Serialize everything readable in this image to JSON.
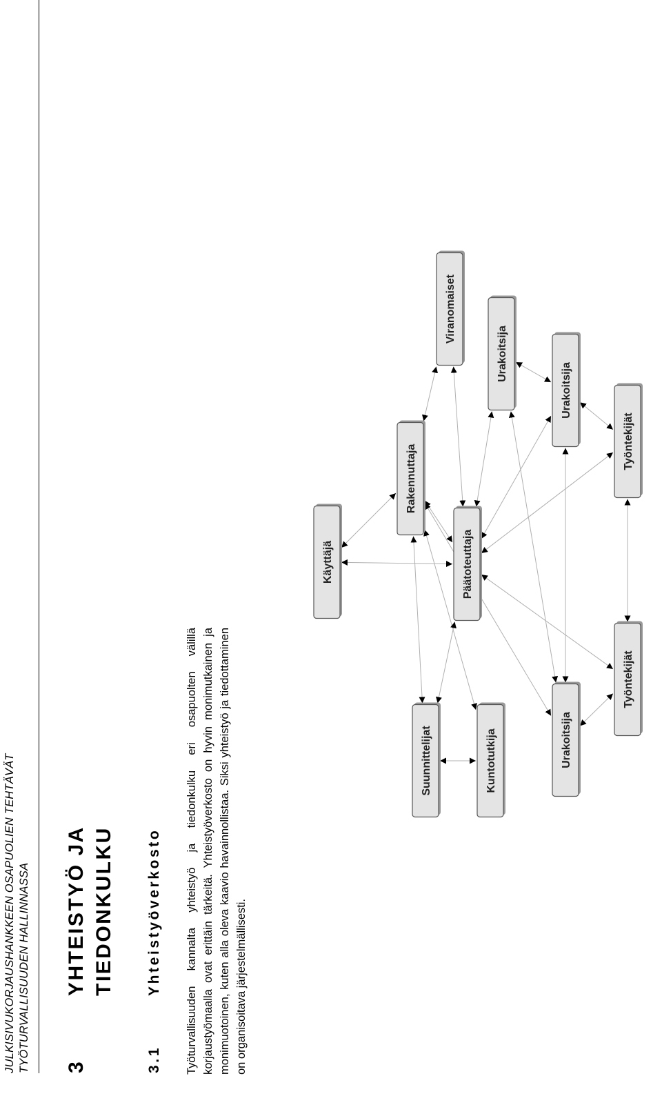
{
  "header": {
    "line1": "JULKISIVUKORJAUSHANKKEEN OSAPUOLIEN TEHTÄVÄT",
    "line2": "TYÖTURVALLISUUDEN HALLINNASSA"
  },
  "chapter": {
    "number": "3",
    "title_line1": "YHTEISTYÖ JA",
    "title_line2": "TIEDONKULKU"
  },
  "section": {
    "number": "3.1",
    "title": "Yhteistyöverkosto"
  },
  "body": {
    "paragraph": "Työturvallisuuden kannalta yhteistyö ja tiedonkulku eri osapuolten välillä korjaustyömaalla ovat erittäin tärkeitä. Yhteistyöverkosto on hyvin monimutkainen ja monimuotoinen, kuten alla oleva kaavio havainnollistaa. Siksi yhteistyö ja tiedottaminen on organisoitava järjestelmällisesti."
  },
  "network": {
    "nodes": [
      {
        "id": "kayttaja",
        "label": "Käyttäjä"
      },
      {
        "id": "rakennuttaja",
        "label": "Rakennuttaja"
      },
      {
        "id": "viranomaiset",
        "label": "Viranomaiset"
      },
      {
        "id": "paatoteuttaja",
        "label": "Päätoteuttaja"
      },
      {
        "id": "urakoitsija_a",
        "label": "Urakoitsija"
      },
      {
        "id": "urakoitsija_b",
        "label": "Urakoitsija"
      },
      {
        "id": "tyontekijat_a",
        "label": "Työntekijät"
      },
      {
        "id": "suunnittelijat",
        "label": "Suunnittelijat"
      },
      {
        "id": "kuntotutkija",
        "label": "Kuntotutkija"
      },
      {
        "id": "urakoitsija_c",
        "label": "Urakoitsija"
      },
      {
        "id": "tyontekijat_b",
        "label": "Työntekijät"
      }
    ],
    "edges": [
      [
        "kayttaja",
        "rakennuttaja"
      ],
      [
        "kayttaja",
        "paatoteuttaja"
      ],
      [
        "rakennuttaja",
        "viranomaiset"
      ],
      [
        "rakennuttaja",
        "paatoteuttaja"
      ],
      [
        "rakennuttaja",
        "suunnittelijat"
      ],
      [
        "rakennuttaja",
        "kuntotutkija"
      ],
      [
        "rakennuttaja",
        "urakoitsija_c"
      ],
      [
        "viranomaiset",
        "paatoteuttaja"
      ],
      [
        "paatoteuttaja",
        "urakoitsija_a"
      ],
      [
        "paatoteuttaja",
        "urakoitsija_b"
      ],
      [
        "paatoteuttaja",
        "tyontekijat_a"
      ],
      [
        "paatoteuttaja",
        "suunnittelijat"
      ],
      [
        "paatoteuttaja",
        "tyontekijat_b"
      ],
      [
        "urakoitsija_a",
        "urakoitsija_b"
      ],
      [
        "urakoitsija_a",
        "urakoitsija_c"
      ],
      [
        "urakoitsija_b",
        "tyontekijat_a"
      ],
      [
        "urakoitsija_b",
        "urakoitsija_c"
      ],
      [
        "tyontekijat_a",
        "tyontekijat_b"
      ],
      [
        "urakoitsija_c",
        "tyontekijat_b"
      ],
      [
        "suunnittelijat",
        "kuntotutkija"
      ]
    ]
  }
}
